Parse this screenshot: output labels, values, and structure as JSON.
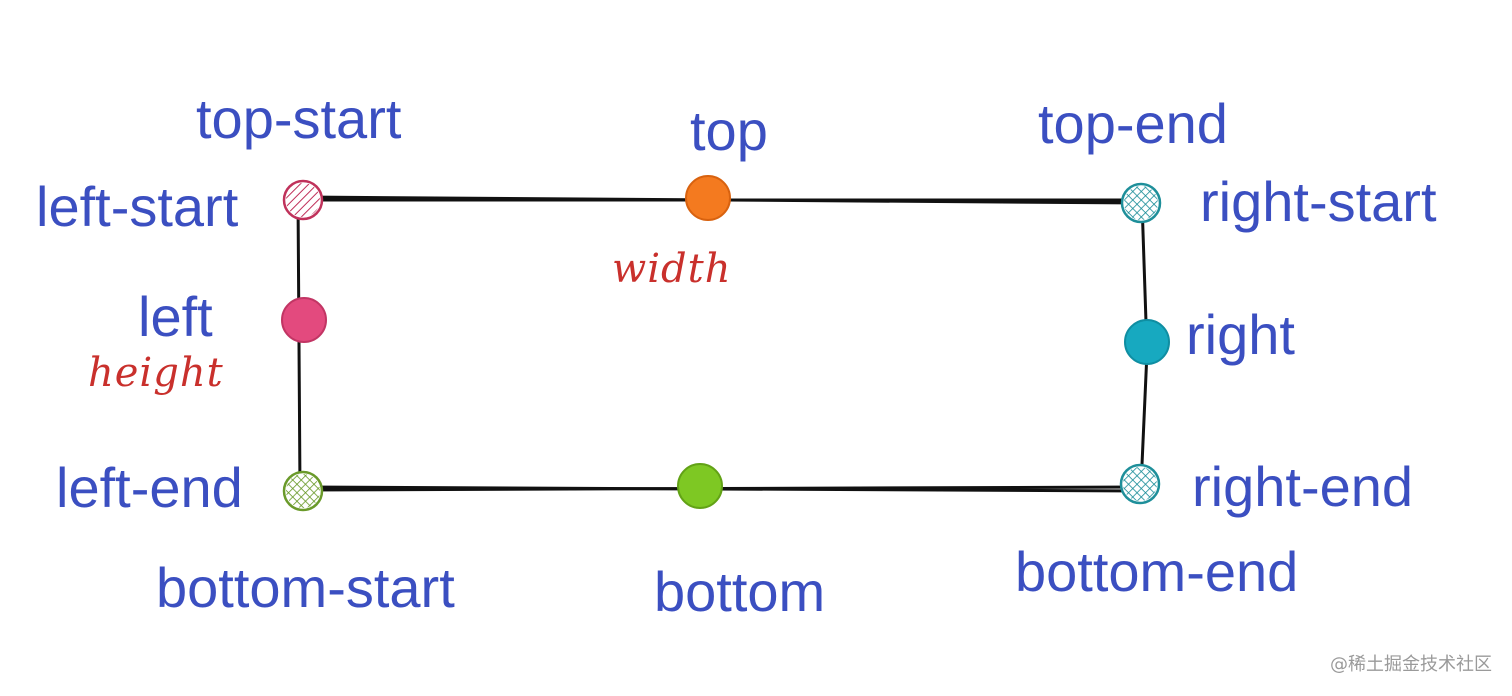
{
  "labels": {
    "top_start": "top-start",
    "top": "top",
    "top_end": "top-end",
    "left_start": "left-start",
    "right_start": "right-start",
    "left": "left",
    "right": "right",
    "left_end": "left-end",
    "right_end": "right-end",
    "bottom_start": "bottom-start",
    "bottom": "bottom",
    "bottom_end": "bottom-end"
  },
  "dimensions": {
    "width": "width",
    "height": "height"
  },
  "watermark": "@稀土掘金技术社区",
  "colors": {
    "label": "#3b4fc1",
    "dimension_label": "#c9302c",
    "top": "#f47a1f",
    "bottom": "#7ec823",
    "left": "#e34a7e",
    "right": "#17a9c0",
    "top_start": "#c0325b",
    "right_start": "#1e8f9a",
    "left_end": "#6a9a2a",
    "right_end": "#1e8f9a"
  }
}
